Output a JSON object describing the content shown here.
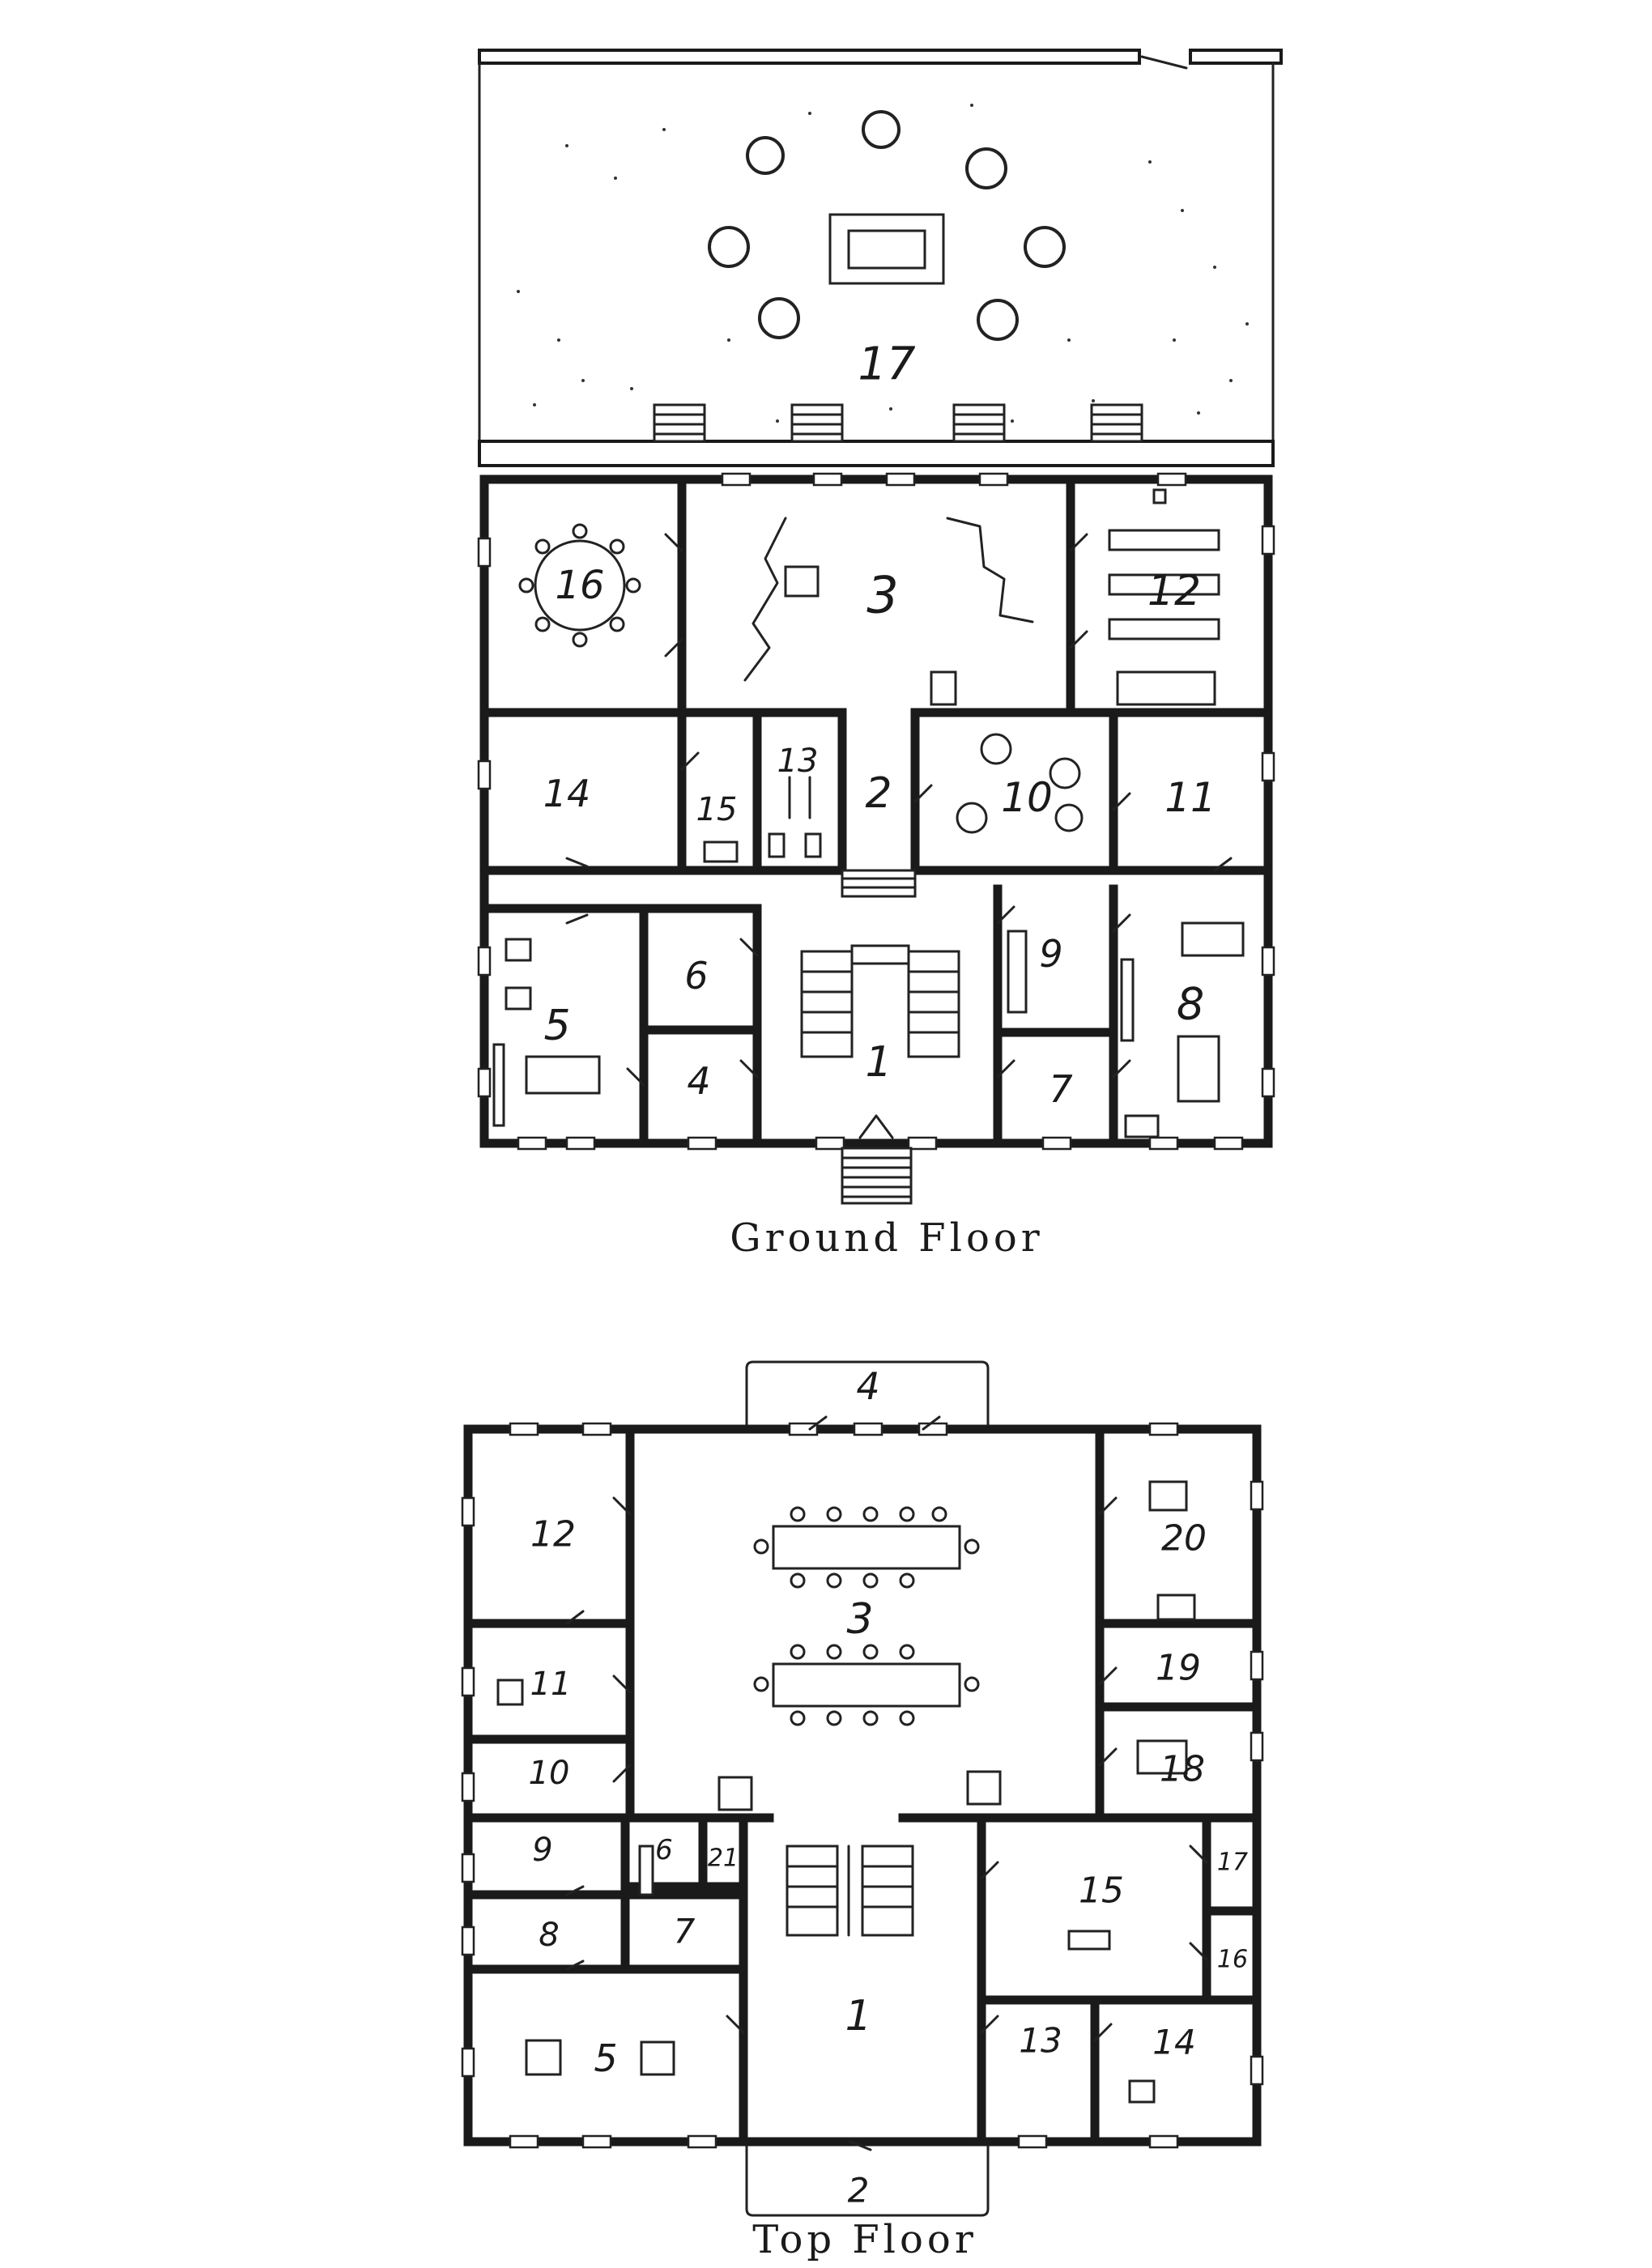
{
  "ground_floor": {
    "caption": "Ground Floor",
    "rooms": [
      "1",
      "2",
      "3",
      "4",
      "5",
      "6",
      "7",
      "8",
      "9",
      "10",
      "11",
      "12",
      "13",
      "14",
      "15",
      "16",
      "17"
    ]
  },
  "top_floor": {
    "caption": "Top Floor",
    "rooms": [
      "1",
      "2",
      "3",
      "4",
      "5",
      "6",
      "7",
      "8",
      "9",
      "10",
      "11",
      "12",
      "13",
      "14",
      "15",
      "16",
      "17",
      "18",
      "19",
      "20",
      "21"
    ]
  }
}
